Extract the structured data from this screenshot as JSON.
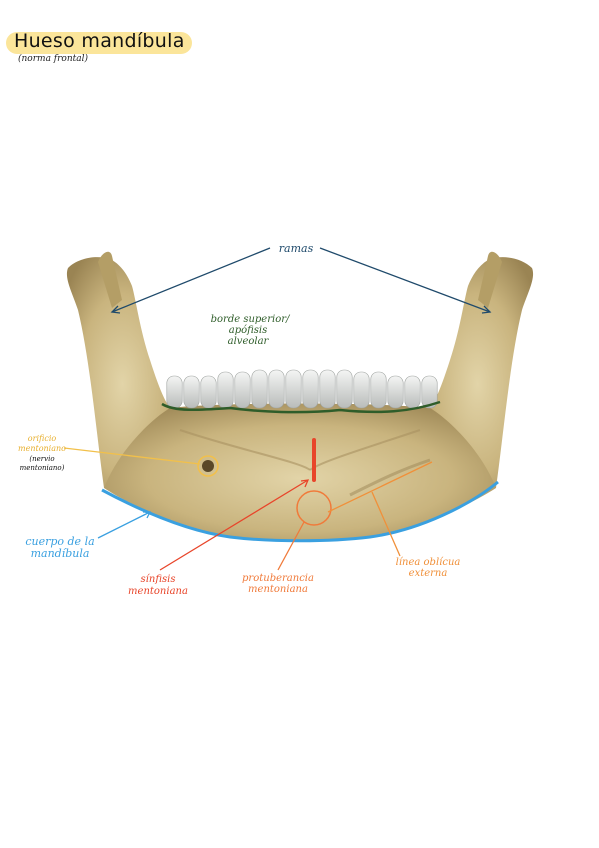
{
  "title": "Hueso mandíbula",
  "subtitle": "(norma frontal)",
  "labels": {
    "ramas": "ramas",
    "borde_1": "borde superior/",
    "borde_2": "apófisis",
    "borde_3": "alveolar",
    "orificio_1": "orificio",
    "orificio_2": "mentoniano",
    "nervio_1": "(nervio",
    "nervio_2": "mentoniano)",
    "cuerpo_1": "cuerpo de la",
    "cuerpo_2": "mandíbula",
    "sinfisis_1": "sínfisis",
    "sinfisis_2": "mentoniana",
    "protuberancia_1": "protuberancia",
    "protuberancia_2": "mentoniana",
    "linea_1": "línea oblícua",
    "linea_2": "externa"
  },
  "colors": {
    "ramas": "#1f4a6b",
    "borde": "#2f5d2a",
    "orificio": "#f2c04a",
    "cuerpo": "#3aa0e0",
    "sinfisis": "#e8452a",
    "protuberancia": "#f07a3a",
    "linea": "#f0903a",
    "bone": "#c8b27a",
    "teeth": "#e3e5e3"
  }
}
